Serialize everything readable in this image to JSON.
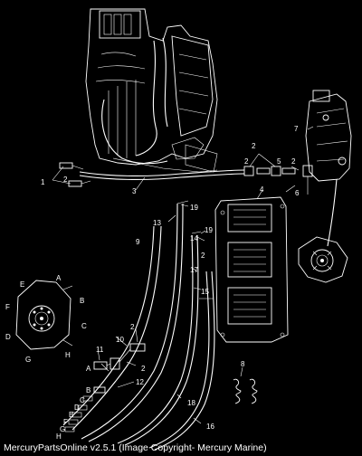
{
  "caption": "MercuryPartsOnline v2.5.1 (Image Copyright- Mercury Marine)",
  "callouts": [
    "1",
    "2",
    "2",
    "3",
    "2",
    "5",
    "2",
    "4",
    "6",
    "7",
    "19",
    "13",
    "9",
    "14",
    "19",
    "17",
    "2",
    "15",
    "2",
    "10",
    "11",
    "2",
    "12",
    "8",
    "18",
    "16",
    "A",
    "B",
    "C",
    "D",
    "E",
    "F",
    "G",
    "H",
    "A",
    "B",
    "C",
    "D",
    "E",
    "F",
    "G",
    "H"
  ],
  "colors": {
    "background": "#000000",
    "line": "#ffffff"
  },
  "icons": [
    "engine-assembly",
    "oil-reservoir",
    "oil-pump",
    "fuel-connector",
    "hose-bundle",
    "spring"
  ]
}
